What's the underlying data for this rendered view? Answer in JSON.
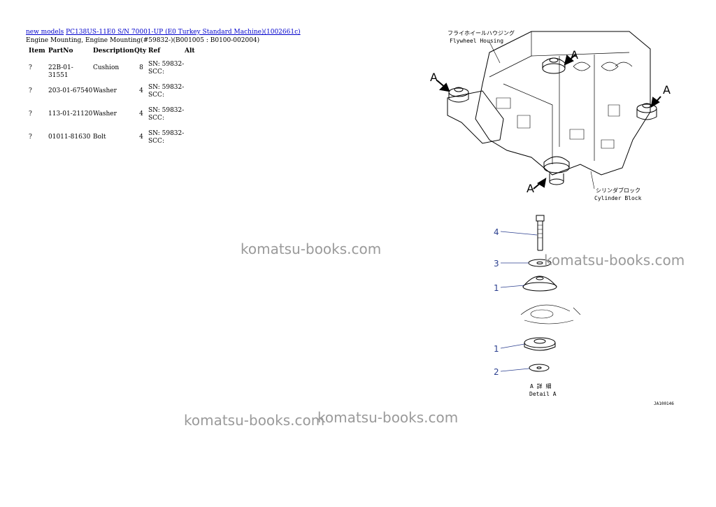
{
  "breadcrumb": {
    "new_models": "new models",
    "machine": "PC138US-11E0 S/N 70001-UP (E0 Turkey Standard Machine)(1002661c)"
  },
  "subtitle": "Engine Mounting, Engine Mounting(#59832-)(B001005 : B0100-002004)",
  "table": {
    "headers": {
      "item": "Item",
      "partno": "PartNo",
      "description": "Description",
      "qty": "Qty",
      "ref": "Ref",
      "alt": "Alt"
    },
    "rows": [
      {
        "item": "?",
        "partno": "22B-01-31551",
        "description": "Cushion",
        "qty": "8",
        "ref1": "SN: 59832-",
        "ref2": "SCC:",
        "alt": ""
      },
      {
        "item": "?",
        "partno": "203-01-67540",
        "description": "Washer",
        "qty": "4",
        "ref1": "SN: 59832-",
        "ref2": "SCC:",
        "alt": ""
      },
      {
        "item": "?",
        "partno": "113-01-21120",
        "description": "Washer",
        "qty": "4",
        "ref1": "SN: 59832-",
        "ref2": "SCC:",
        "alt": ""
      },
      {
        "item": "?",
        "partno": "01011-81630",
        "description": "Bolt",
        "qty": "4",
        "ref1": "SN: 59832-",
        "ref2": "SCC:",
        "alt": ""
      }
    ]
  },
  "diagram": {
    "flywheel_jp": "フライホイールハウジング",
    "flywheel_en": "Flywheel Housing",
    "cylinder_jp": "シリンダブロック",
    "cylinder_en": "Cylinder Block",
    "arrow_label": "A",
    "detail_jp": "A 詳 細",
    "detail_en": "Detail A",
    "callouts": [
      "4",
      "3",
      "1",
      "1",
      "2"
    ],
    "ref_code": "JA100146"
  },
  "watermarks": [
    "komatsu-books.com",
    "komatsu-books.com",
    "komatsu-books.com",
    "komatsu-books.com"
  ]
}
